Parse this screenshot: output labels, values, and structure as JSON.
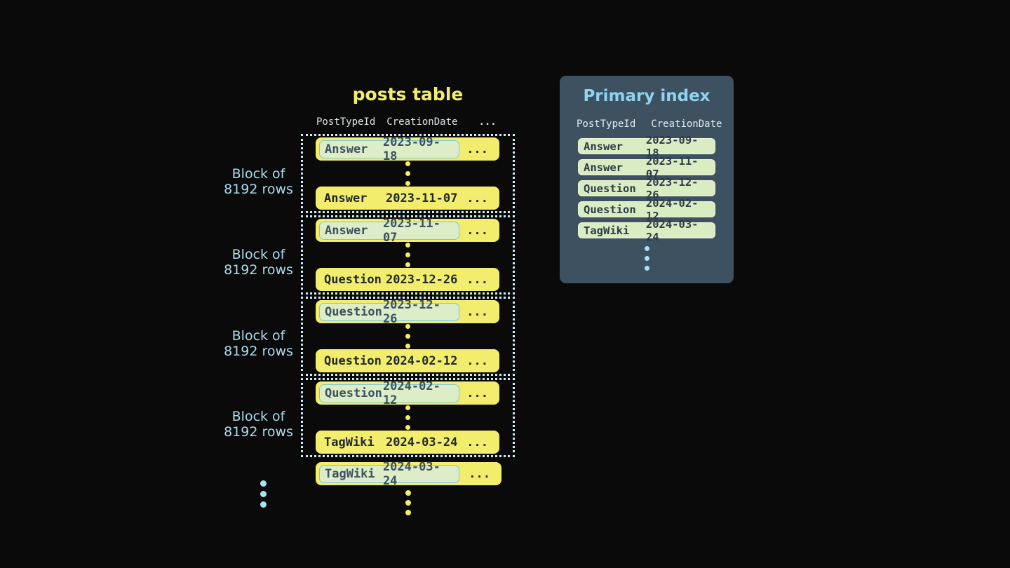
{
  "colors": {
    "background": "#0a0a0a",
    "accent_yellow": "#f3ed6d",
    "accent_blue": "#8fd3ef",
    "label_blue": "#abdbec",
    "panel_background": "#3d5161",
    "highlight_green": "#dcedc8",
    "highlight_border_blue": "#7cc5df",
    "index_pill_green": "#daecc2",
    "dotted_border": "#d3ecf4",
    "dark_text": "#21282e"
  },
  "posts_table": {
    "title": "posts table",
    "col_headers": [
      "PostTypeId",
      "CreationDate"
    ],
    "header_ellipsis": "...",
    "row_ellipsis": "...",
    "block_label": {
      "line1": "Block of",
      "line2": "8192 rows"
    },
    "blocks": [
      {
        "first": {
          "type": "Answer",
          "date": "2023-09-18"
        },
        "last": {
          "type": "Answer",
          "date": "2023-11-07"
        }
      },
      {
        "first": {
          "type": "Answer",
          "date": "2023-11-07"
        },
        "last": {
          "type": "Question",
          "date": "2023-12-26"
        }
      },
      {
        "first": {
          "type": "Question",
          "date": "2023-12-26"
        },
        "last": {
          "type": "Question",
          "date": "2024-02-12"
        }
      },
      {
        "first": {
          "type": "Question",
          "date": "2024-02-12"
        },
        "last": {
          "type": "TagWiki",
          "date": "2024-03-24"
        }
      }
    ],
    "tail_row": {
      "type": "TagWiki",
      "date": "2024-03-24"
    }
  },
  "primary_index": {
    "title": "Primary index",
    "col_headers": [
      "PostTypeId",
      "CreationDate"
    ],
    "rows": [
      {
        "type": "Answer",
        "date": "2023-09-18"
      },
      {
        "type": "Answer",
        "date": "2023-11-07"
      },
      {
        "type": "Question",
        "date": "2023-12-26"
      },
      {
        "type": "Question",
        "date": "2024-02-12"
      },
      {
        "type": "TagWiki",
        "date": "2024-03-24"
      }
    ]
  }
}
